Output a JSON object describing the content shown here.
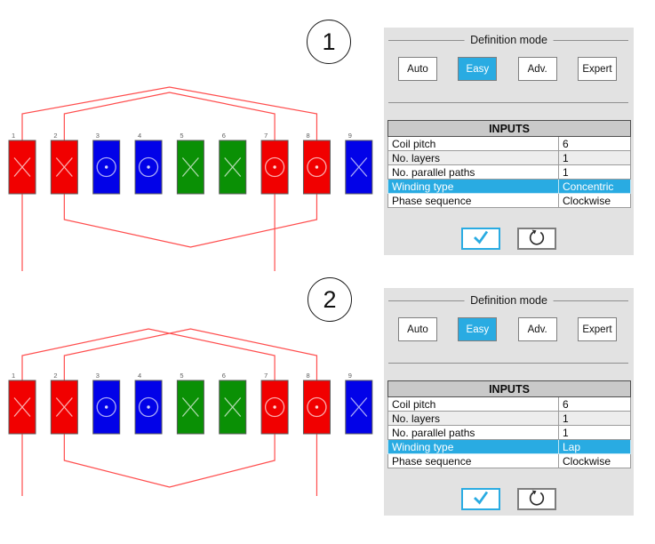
{
  "figures": [
    {
      "badge": "1",
      "winding_type": "Concentric",
      "slots": [
        {
          "n": "1",
          "color": "red",
          "symbol": "cross"
        },
        {
          "n": "2",
          "color": "red",
          "symbol": "cross"
        },
        {
          "n": "3",
          "color": "blue",
          "symbol": "dot"
        },
        {
          "n": "4",
          "color": "blue",
          "symbol": "dot"
        },
        {
          "n": "5",
          "color": "green",
          "symbol": "cross"
        },
        {
          "n": "6",
          "color": "green",
          "symbol": "cross"
        },
        {
          "n": "7",
          "color": "red",
          "symbol": "dot"
        },
        {
          "n": "8",
          "color": "red",
          "symbol": "dot"
        },
        {
          "n": "9",
          "color": "blue",
          "symbol": "cross"
        }
      ],
      "end_connections_top": [
        {
          "from": 1,
          "to": 8
        },
        {
          "from": 2,
          "to": 7
        }
      ],
      "end_connections_bottom": [
        {
          "from": 2,
          "to": 8
        }
      ],
      "terminal_slots": [
        1,
        7
      ]
    },
    {
      "badge": "2",
      "winding_type": "Lap",
      "slots": [
        {
          "n": "1",
          "color": "red",
          "symbol": "cross"
        },
        {
          "n": "2",
          "color": "red",
          "symbol": "cross"
        },
        {
          "n": "3",
          "color": "blue",
          "symbol": "dot"
        },
        {
          "n": "4",
          "color": "blue",
          "symbol": "dot"
        },
        {
          "n": "5",
          "color": "green",
          "symbol": "cross"
        },
        {
          "n": "6",
          "color": "green",
          "symbol": "cross"
        },
        {
          "n": "7",
          "color": "red",
          "symbol": "dot"
        },
        {
          "n": "8",
          "color": "red",
          "symbol": "dot"
        },
        {
          "n": "9",
          "color": "blue",
          "symbol": "cross"
        }
      ],
      "end_connections_top": [
        {
          "from": 1,
          "to": 7
        },
        {
          "from": 2,
          "to": 8
        }
      ],
      "end_connections_bottom": [
        {
          "from": 2,
          "to": 7
        }
      ],
      "terminal_slots": [
        1,
        8
      ]
    }
  ],
  "panels": [
    {
      "definition_mode": {
        "title": "Definition mode",
        "modes": [
          "Auto",
          "Easy",
          "Adv.",
          "Expert"
        ],
        "active_mode": "Easy"
      },
      "table": {
        "header": "INPUTS",
        "rows": [
          {
            "label": "Coil pitch",
            "value": "6",
            "highlighted": false
          },
          {
            "label": "No. layers",
            "value": "1",
            "highlighted": false
          },
          {
            "label": "No. parallel paths",
            "value": "1",
            "highlighted": false
          },
          {
            "label": "Winding type",
            "value": "Concentric",
            "highlighted": true
          },
          {
            "label": "Phase sequence",
            "value": "Clockwise",
            "highlighted": false
          }
        ]
      },
      "actions": {
        "confirm_icon": "check-icon",
        "reset_icon": "undo-icon"
      }
    },
    {
      "definition_mode": {
        "title": "Definition mode",
        "modes": [
          "Auto",
          "Easy",
          "Adv.",
          "Expert"
        ],
        "active_mode": "Easy"
      },
      "table": {
        "header": "INPUTS",
        "rows": [
          {
            "label": "Coil pitch",
            "value": "6",
            "highlighted": false
          },
          {
            "label": "No. layers",
            "value": "1",
            "highlighted": false
          },
          {
            "label": "No. parallel paths",
            "value": "1",
            "highlighted": false
          },
          {
            "label": "Winding type",
            "value": "Lap",
            "highlighted": true
          },
          {
            "label": "Phase sequence",
            "value": "Clockwise",
            "highlighted": false
          }
        ]
      },
      "actions": {
        "confirm_icon": "check-icon",
        "reset_icon": "undo-icon"
      }
    }
  ],
  "colors": {
    "phase_red": "#f10000",
    "phase_blue": "#0202e8",
    "phase_green": "#0a9005",
    "wire_red": "#ff4d4d",
    "accent_blue": "#29abe2",
    "panel_bg": "#e2e2e2",
    "table_header_bg": "#c9c9c9"
  }
}
